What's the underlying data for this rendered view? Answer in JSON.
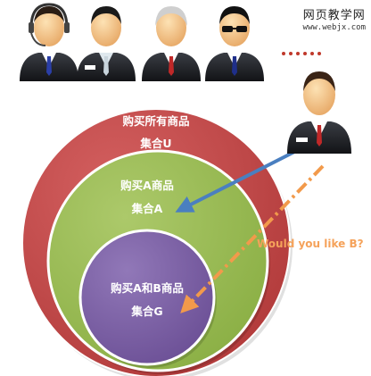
{
  "watermark": {
    "title": "网页教学网",
    "url": "www.webjx.com"
  },
  "sets": {
    "U": {
      "title": "购买所有商品",
      "name": "集合U"
    },
    "A": {
      "title": "购买A商品",
      "name": "集合A"
    },
    "G": {
      "title": "购买A和B商品",
      "name": "集合G"
    }
  },
  "annotation": {
    "question": "Would you like B?"
  },
  "colors": {
    "set_U": "#c44a4a",
    "set_A": "#9bbd55",
    "set_G": "#7f62a8",
    "arrow_blue": "#4a7fc0",
    "arrow_orange": "#f29a4b",
    "dots": "#c0392b"
  },
  "icons": [
    "person-headset-icon",
    "person-badge-icon",
    "person-elder-icon",
    "person-sunglasses-icon",
    "person-icon",
    "person-badge-icon"
  ]
}
